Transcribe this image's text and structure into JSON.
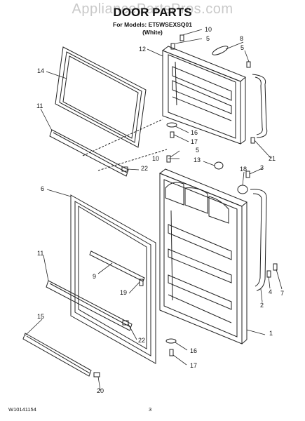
{
  "watermark": "AppliancePartsPros.com",
  "title": "DOOR PARTS",
  "subtitle_models": "For Models: ET5WSEXSQ01",
  "subtitle_color": "(White)",
  "footer": {
    "doc_number": "W10141154",
    "page_number": "3"
  },
  "callouts": {
    "c10a": "10",
    "c5a": "5",
    "c8": "8",
    "c5b": "5",
    "c12": "12",
    "c14": "14",
    "c11a": "11",
    "c16a": "16",
    "c17a": "17",
    "c21": "21",
    "c10b": "10",
    "c5c": "5",
    "c13": "13",
    "c18": "18",
    "c3": "3",
    "c22a": "22",
    "c6": "6",
    "c11b": "11",
    "c9": "9",
    "c19": "19",
    "c15": "15",
    "c22b": "22",
    "c20": "20",
    "c4": "4",
    "c7": "7",
    "c2": "2",
    "c1": "1",
    "c16b": "16",
    "c17b": "17"
  }
}
